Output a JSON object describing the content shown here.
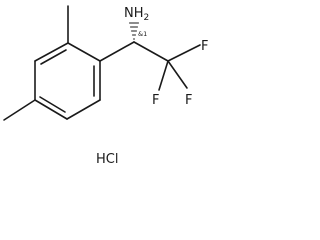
{
  "molecule": {
    "atoms": {
      "amine": "NH",
      "amine_subscript": "2",
      "fluorine_top": "F",
      "fluorine_left": "F",
      "fluorine_right": "F"
    },
    "stereo_label": "&1",
    "salt": "HCl"
  }
}
